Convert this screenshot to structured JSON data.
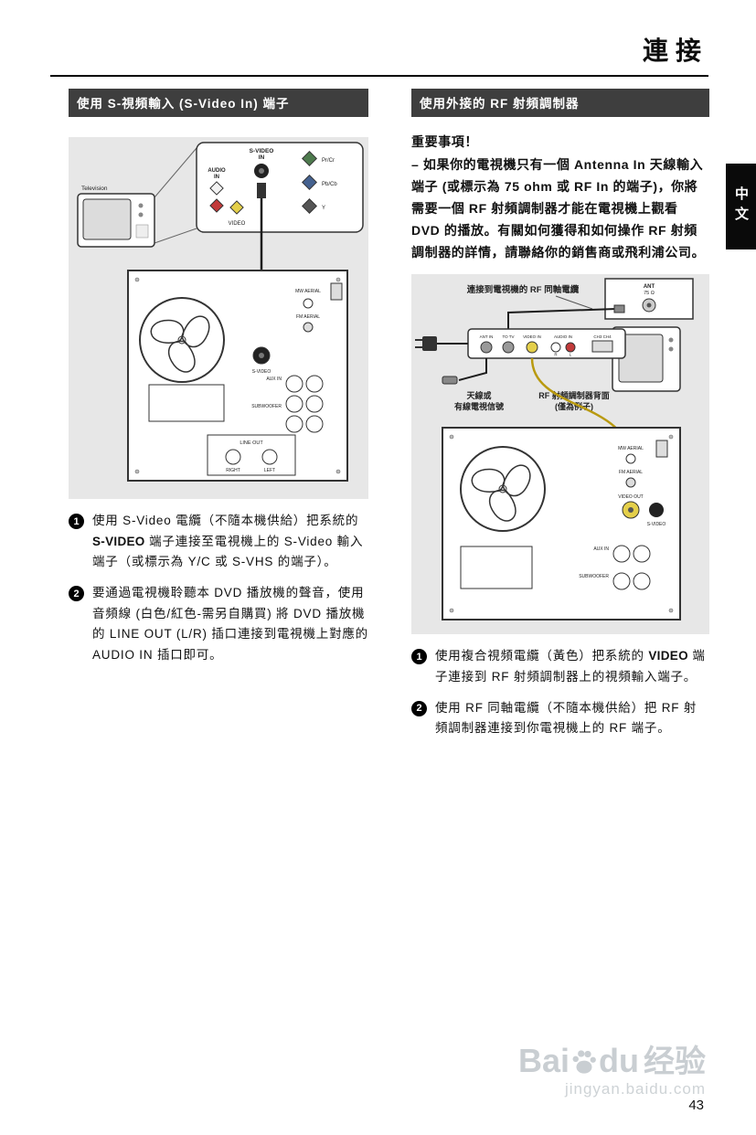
{
  "page": {
    "title": "連接",
    "side_tab": "中文",
    "page_number": "43"
  },
  "left_section": {
    "header": "使用 S-視頻輸入 (S-Video In) 端子",
    "diagram": {
      "tv_label": "Television",
      "svideo_line1": "S-VIDEO",
      "svideo_line2": "IN",
      "audio_line1": "AUDIO",
      "audio_line2": "IN",
      "video_label": "VIDEO",
      "pr_label": "Pr/Cr",
      "pb_label": "Pb/Cb",
      "y_label": "Y",
      "mw_label": "MW AERIAL",
      "fm_label": "FM AERIAL",
      "svideo_jack_label": "S-VIDEO",
      "aux_label": "AUX IN",
      "sub_label": "SUBWOOFER",
      "lineout_label": "LINE OUT",
      "right_label": "RIGHT",
      "left_label": "LEFT"
    },
    "steps": [
      {
        "num": "1",
        "pre": "使用 S-Video 電纜（不隨本機供給）把系統的 ",
        "bold": "S-VIDEO",
        "post": " 端子連接至電視機上的 S-Video 輸入端子（或標示為 Y/C 或 S-VHS 的端子）。"
      },
      {
        "num": "2",
        "pre": "要通過電視機聆聽本 DVD 播放機的聲音，使用音頻線 (白色/紅色-需另自購買) 將 DVD 播放機的 LINE OUT (L/R) 插口連接到電視機上對應的 AUDIO IN 插口即可。",
        "bold": "",
        "post": ""
      }
    ]
  },
  "right_section": {
    "header": "使用外接的 RF 射頻調制器",
    "important_title": "重要事項！",
    "important_text": "– 如果你的電視機只有一個 Antenna In 天線輸入端子 (或標示為 75 ohm 或 RF In 的端子)，你將需要一個 RF 射頻調制器才能在電視機上觀看 DVD 的播放。有關如何獲得和如何操作 RF 射頻調制器的詳情，請聯絡你的銷售商或飛利浦公司。",
    "diagram": {
      "coax_note": "連接到電視機的 RF 同軸電纜",
      "ant_label": "ANT",
      "ohm_label": "75 Ω",
      "ant_in_label": "ANT IN",
      "to_tv_label": "TO TV",
      "video_in_label": "VIDEO IN",
      "audio_in_label": "AUDIO IN",
      "r_label": "R",
      "l_label": "L",
      "ch_label": "CH3 CH4",
      "antenna_note1": "天線或",
      "antenna_note2": "有線電視信號",
      "mod_note1": "RF 射頻調制器背面",
      "mod_note2": "(僅為例子)",
      "mw_label": "MW AERIAL",
      "fm_label": "FM AERIAL",
      "video_out_label": "VIDEO OUT",
      "svideo_label": "S-VIDEO",
      "aux_label": "AUX IN",
      "sub_label": "SUBWOOFER"
    },
    "steps": [
      {
        "num": "1",
        "pre": "使用複合視頻電纜（黃色）把系統的 ",
        "bold": "VIDEO",
        "post": " 端子連接到 RF 射頻調制器上的視頻輸入端子。"
      },
      {
        "num": "2",
        "pre": "使用 RF 同軸電纜（不隨本機供給）把 RF 射頻調制器連接到你電視機上的 RF 端子。",
        "bold": "",
        "post": ""
      }
    ]
  },
  "watermark": {
    "bai": "Bai",
    "du": "du",
    "suffix": "经验",
    "url": "jingyan.baidu.com"
  }
}
